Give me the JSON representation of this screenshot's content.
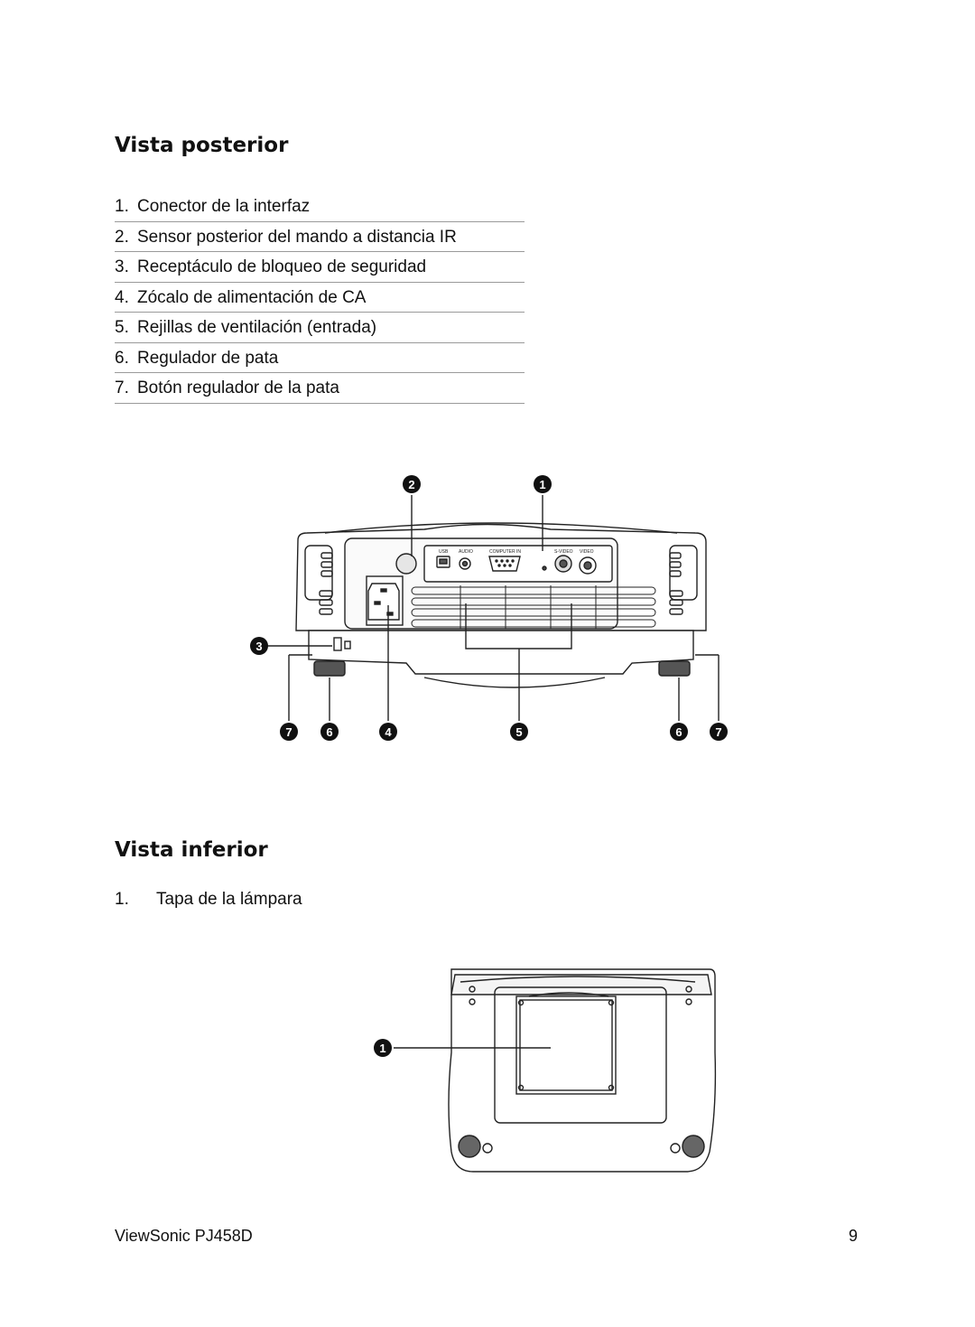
{
  "rear_view": {
    "title": "Vista posterior",
    "items": [
      {
        "num": "1.",
        "label": "Conector de la interfaz"
      },
      {
        "num": "2.",
        "label": "Sensor posterior del mando a distancia IR"
      },
      {
        "num": "3.",
        "label": "Receptáculo de bloqueo de seguridad"
      },
      {
        "num": "4.",
        "label": "Zócalo de alimentación de CA"
      },
      {
        "num": "5.",
        "label": "Rejillas de ventilación (entrada)"
      },
      {
        "num": "6.",
        "label": "Regulador de pata"
      },
      {
        "num": "7.",
        "label": "Botón regulador de la pata"
      }
    ],
    "figure": {
      "port_labels": [
        "USB",
        "AUDIO",
        "COMPUTER IN",
        "S-VIDEO",
        "VIDEO"
      ],
      "callouts": [
        "2",
        "1",
        "3",
        "7",
        "6",
        "4",
        "5",
        "6",
        "7"
      ]
    }
  },
  "bottom_view": {
    "title": "Vista inferior",
    "items": [
      {
        "num": "1.",
        "label": "Tapa de la lámpara"
      }
    ],
    "figure": {
      "callouts": [
        "1"
      ]
    }
  },
  "footer": {
    "product": "ViewSonic PJ458D",
    "page_number": "9"
  }
}
